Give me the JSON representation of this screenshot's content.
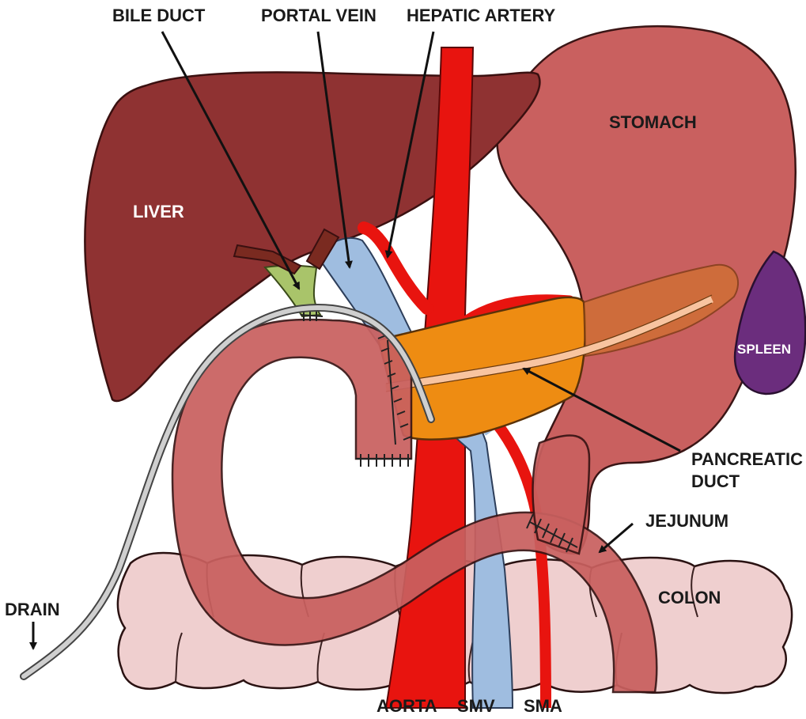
{
  "labels": {
    "bile_duct": "BILE DUCT",
    "portal_vein": "PORTAL VEIN",
    "hepatic_artery": "HEPATIC ARTERY",
    "liver": "LIVER",
    "stomach": "STOMACH",
    "spleen": "SPLEEN",
    "pancreatic_duct_1": "PANCREATIC",
    "pancreatic_duct_2": "DUCT",
    "jejunum": "JEJUNUM",
    "colon": "COLON",
    "drain": "DRAIN",
    "aorta": "AORTA",
    "smv": "SMV",
    "sma": "SMA"
  },
  "colors": {
    "liver": "#8f3232",
    "stomach": "#c9605f",
    "jejunum": "#c9605f",
    "spleen": "#6b2d7d",
    "pancreas": "#ee8c12",
    "pancreatic_duct": "#f8c4a0",
    "aorta": "#e8140f",
    "veins": "#9fbde0",
    "bile_duct": "#a9c46a",
    "colon": "#efcfcf",
    "drain": "#cfcfcf"
  }
}
